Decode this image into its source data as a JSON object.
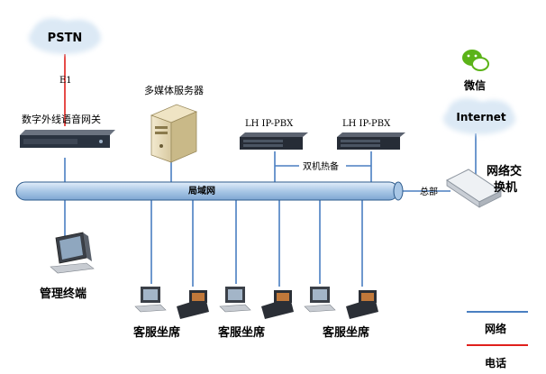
{
  "labels": {
    "pstn": "PSTN",
    "e1": "E1",
    "gateway": "数字外线语音网关",
    "media_server": "多媒体服务器",
    "pbx1": "LH IP-PBX",
    "pbx2": "LH IP-PBX",
    "hot_standby": "双机热备",
    "lan": "局域网",
    "trunk": "总部",
    "wechat": "微信",
    "internet": "Internet",
    "switch": [
      "网络交",
      "换机"
    ],
    "mgmt_terminal": "管理终端",
    "agent1": "客服坐席",
    "agent2": "客服坐席",
    "agent3": "客服坐席"
  },
  "legend": {
    "network": "网络",
    "phone": "电话"
  },
  "colors": {
    "network_line": "#4a7fc1",
    "phone_line": "#e0201c",
    "bus_fill": "#bcd6ee",
    "bus_stroke": "#2e5b8c",
    "cloud": "#dce9f5",
    "cloud_text": "#1f5fa8",
    "wechat_green": "#5bb318"
  }
}
